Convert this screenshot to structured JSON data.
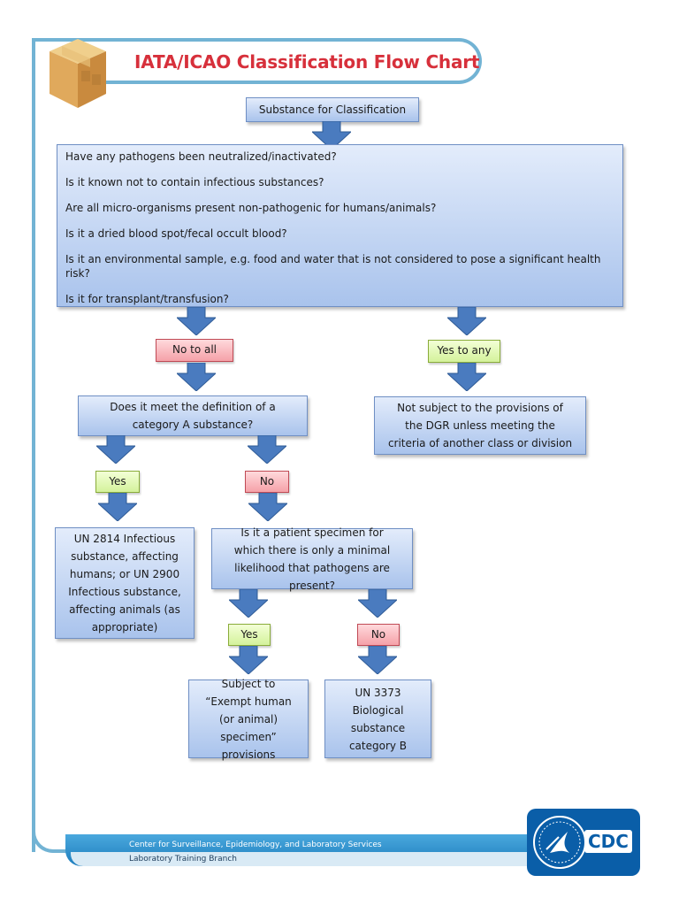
{
  "title": "IATA/ICAO Classification Flow Chart",
  "start_box": "Substance for Classification",
  "questions": [
    "Have any pathogens been neutralized/inactivated?",
    "Is it known not to contain infectious substances?",
    "Are all micro-organisms present non-pathogenic for humans/animals?",
    "Is it a dried blood spot/fecal occult blood?",
    "Is it an environmental sample, e.g. food and water that is not considered to pose a significant health risk?",
    "Is it for transplant/transfusion?"
  ],
  "tags": {
    "no_to_all": "No to all",
    "yes_to_any": "Yes to any",
    "yes1": "Yes",
    "no1": "No",
    "yes2": "Yes",
    "no2": "No"
  },
  "boxes": {
    "not_subject": "Not subject to the provisions of the DGR unless meeting the criteria of another class or division",
    "category_a_question": "Does it meet the definition of a category A substance?",
    "un2814": "UN 2814 Infectious substance, affecting humans; or UN 2900 Infectious substance, affecting animals (as appropriate)",
    "patient_question": "Is it a patient specimen for which there is only a minimal likelihood that pathogens are present?",
    "exempt": "Subject to “Exempt human (or animal) specimen” provisions",
    "un3373": "UN 3373 Biological substance category B"
  },
  "footer": {
    "line1": "Center for Surveillance, Epidemiology, and Laboratory Services",
    "line2": "Laboratory Training Branch"
  },
  "logo_text": "CDC",
  "colors": {
    "title": "#d7303b",
    "frame": "#72b3d4",
    "box_border": "#6f8fc4",
    "arrow": "#4a7bbf",
    "no_tag": "#f5a1a8",
    "yes_tag": "#d4f29b",
    "cdc_blue": "#0a5ea8"
  }
}
